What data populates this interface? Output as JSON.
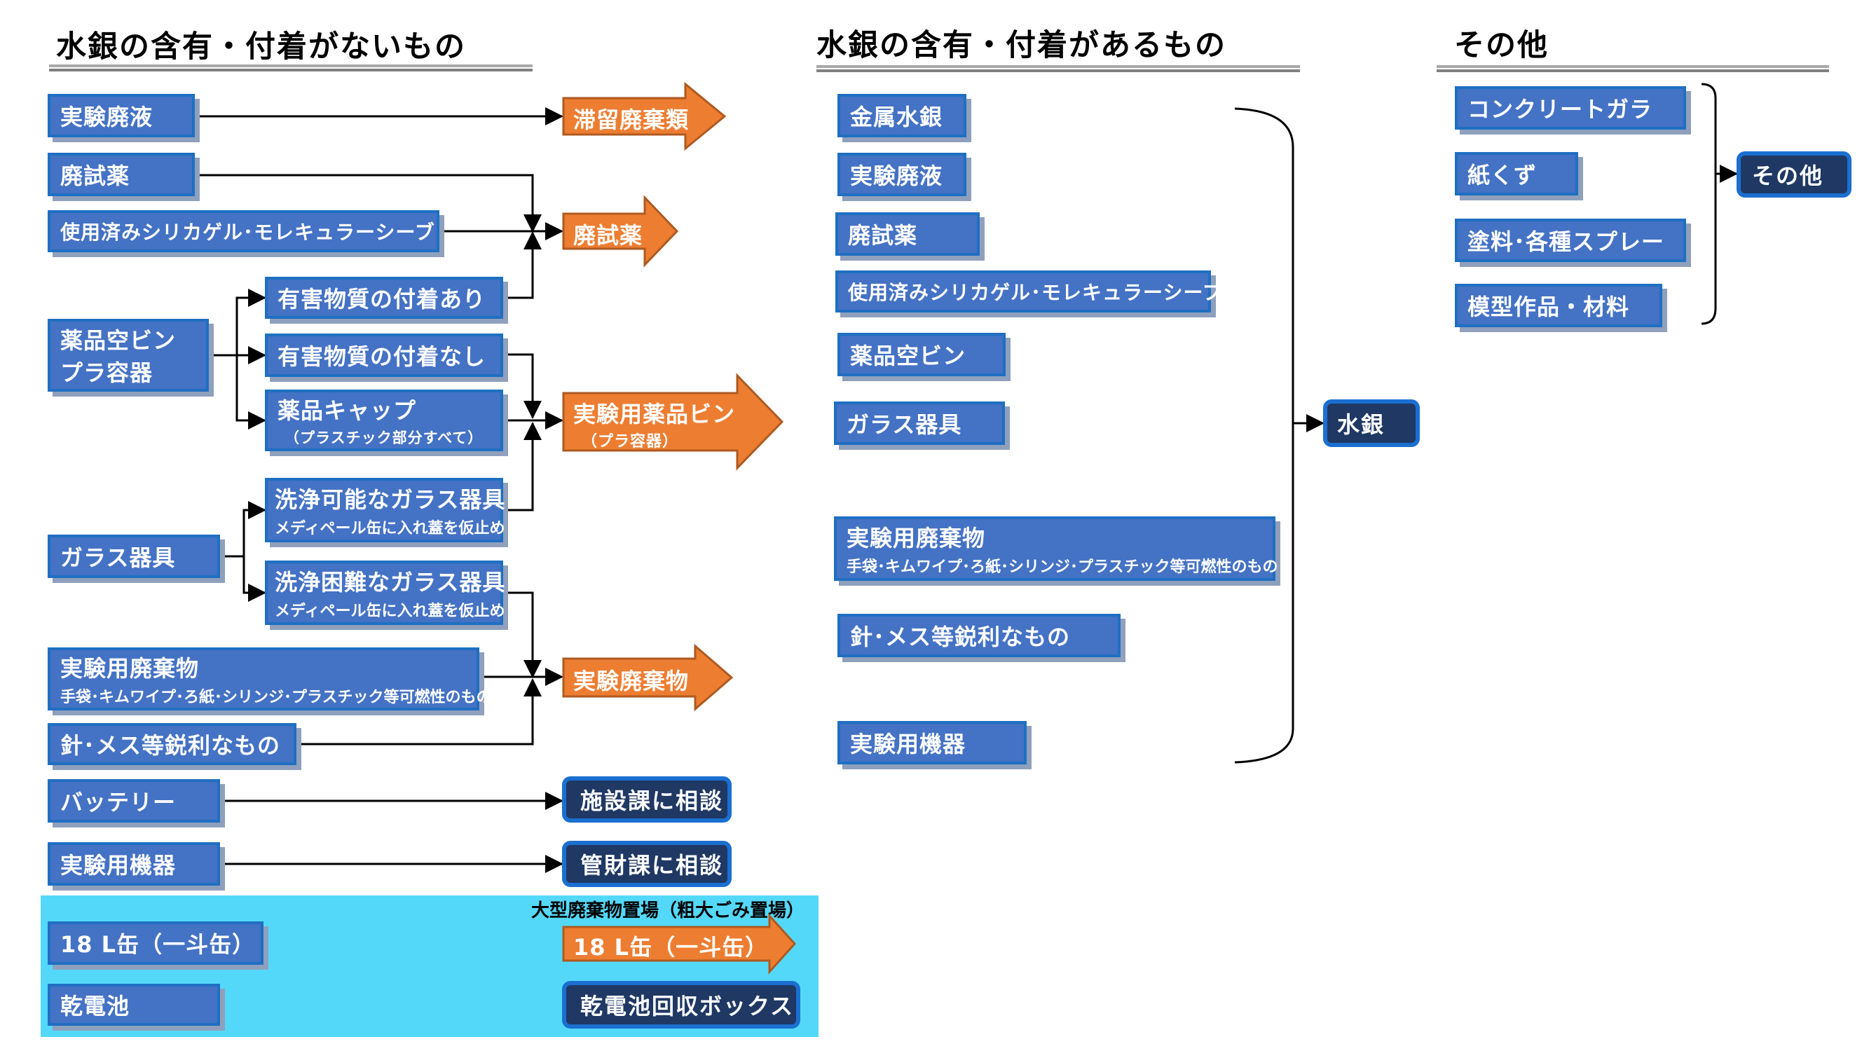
{
  "sections": {
    "no_mercury": "水銀の含有・付着がないもの",
    "mercury": "水銀の含有・付着があるもの",
    "other": "その他"
  },
  "left": {
    "experimental_waste_liquid": "実験廃液",
    "waste_reagent": "廃試薬",
    "silica_gel": "使用済みシリカゲル･モレキュラーシーブ",
    "empty_bottle": {
      "line1": "薬品空ビン",
      "line2": "プラ容器"
    },
    "hazardous_attached": "有害物質の付着あり",
    "hazardous_not_attached": "有害物質の付着なし",
    "reagent_cap": {
      "line1": "薬品キャップ",
      "line2": "（プラスチック部分すべて）"
    },
    "glassware": "ガラス器具",
    "washable_glass": {
      "line1": "洗浄可能なガラス器具",
      "line2": "メディペール缶に入れ蓋を仮止め"
    },
    "hard_wash_glass": {
      "line1": "洗浄困難なガラス器具",
      "line2": "メディペール缶に入れ蓋を仮止め"
    },
    "lab_waste": {
      "line1": "実験用廃棄物",
      "line2": "手袋･キムワイプ･ろ紙･シリンジ･プラスチック等可燃性のもの"
    },
    "sharps": "針･メス等鋭利なもの",
    "battery": "バッテリー",
    "lab_equipment": "実験用機器",
    "can_18l": "18 L缶（一斗缶）",
    "dry_cell": "乾電池"
  },
  "destinations": {
    "stored_waste": "滞留廃棄類",
    "waste_reagent": "廃試薬",
    "reagent_bottle": {
      "line1": "実験用薬品ビン",
      "line2": "（プラ容器）"
    },
    "lab_waste": "実験廃棄物",
    "facilities": "施設課に相談",
    "property": "管財課に相談",
    "can_18l": "18 L缶（一斗缶）",
    "dry_cell_box": "乾電池回収ボックス"
  },
  "bulky_area_caption": "大型廃棄物置場（粗大ごみ置場）",
  "middle": {
    "metal_mercury": "金属水銀",
    "experimental_waste_liquid": "実験廃液",
    "waste_reagent": "廃試薬",
    "silica_gel": "使用済みシリカゲル･モレキュラーシーブ",
    "empty_bottle": "薬品空ビン",
    "glassware": "ガラス器具",
    "lab_waste": {
      "line1": "実験用廃棄物",
      "line2": "手袋･キムワイプ･ろ紙･シリンジ･プラスチック等可燃性のもの"
    },
    "sharps": "針･メス等鋭利なもの",
    "lab_equipment": "実験用機器",
    "result": "水銀"
  },
  "right": {
    "concrete": "コンクリートガラ",
    "paper": "紙くず",
    "paint": "塗料･各種スプレー",
    "model": "模型作品・材料",
    "result": "その他"
  },
  "colors": {
    "box_fill": "#4472c4",
    "box_border": "#1f6fc2",
    "dark_fill": "#1f3864",
    "arrow_fill": "#ed7d31",
    "bulky_area": "#54d8fa"
  }
}
